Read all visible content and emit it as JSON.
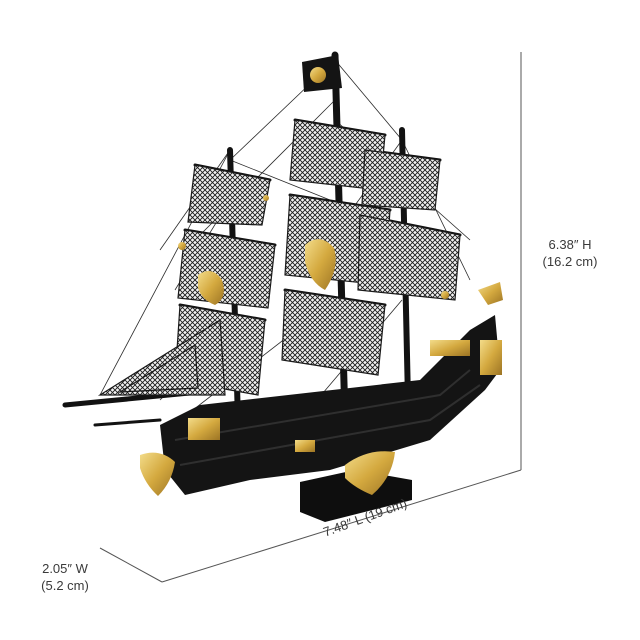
{
  "dimensions": {
    "height": {
      "imperial": "6.38″ H",
      "metric": "(16.2 cm)"
    },
    "length": {
      "text": "7.48″ L (19 cm)"
    },
    "width": {
      "imperial": "2.05″ W",
      "metric": "(5.2 cm)"
    }
  },
  "colors": {
    "hull": "#141414",
    "rigging": "#2a2a2a",
    "gold": "#d9b24a",
    "dimension_line": "#555555"
  }
}
